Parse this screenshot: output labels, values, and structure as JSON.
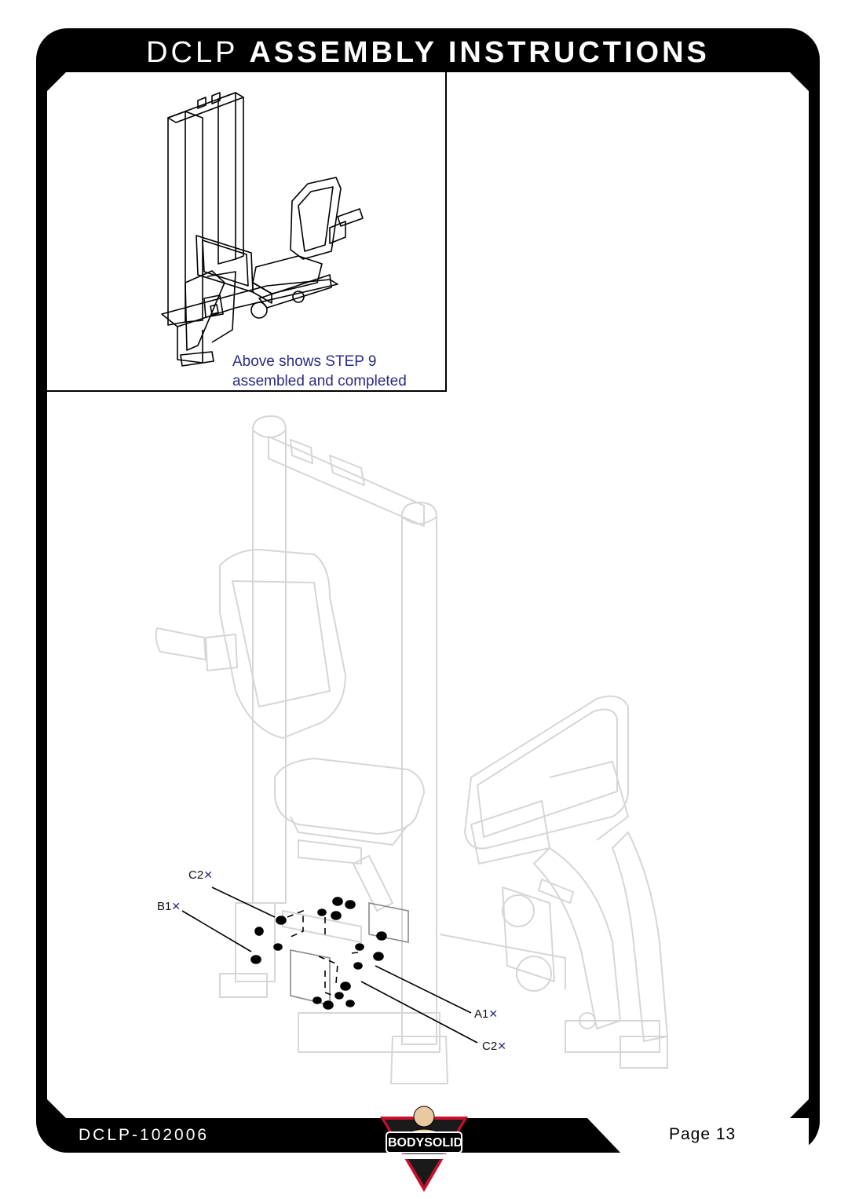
{
  "header": {
    "title_light": "DCLP",
    "title_bold": "ASSEMBLY INSTRUCTIONS"
  },
  "preview": {
    "caption_line1": "Above shows STEP 9",
    "caption_line2": "assembled and completed"
  },
  "callouts": {
    "c2_top": "C2",
    "b1": "B1",
    "a1": "A1",
    "c2_bottom": "C2",
    "mark": "✕"
  },
  "footer": {
    "doc_code": "DCLP-102006",
    "page_label": "Page 13"
  },
  "logo": {
    "text": "BODYSOLID"
  }
}
